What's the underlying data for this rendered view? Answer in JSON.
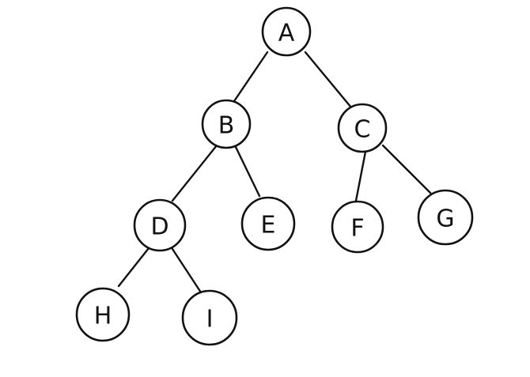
{
  "tree": {
    "nodes": [
      {
        "id": "A",
        "label": "A"
      },
      {
        "id": "B",
        "label": "B"
      },
      {
        "id": "C",
        "label": "C"
      },
      {
        "id": "D",
        "label": "D"
      },
      {
        "id": "E",
        "label": "E"
      },
      {
        "id": "F",
        "label": "F"
      },
      {
        "id": "G",
        "label": "G"
      },
      {
        "id": "H",
        "label": "H"
      },
      {
        "id": "I",
        "label": "I"
      }
    ],
    "edges": [
      {
        "from": "A",
        "to": "B"
      },
      {
        "from": "A",
        "to": "C"
      },
      {
        "from": "B",
        "to": "D"
      },
      {
        "from": "B",
        "to": "E"
      },
      {
        "from": "C",
        "to": "F"
      },
      {
        "from": "C",
        "to": "G"
      },
      {
        "from": "D",
        "to": "H"
      },
      {
        "from": "D",
        "to": "I"
      }
    ],
    "colors": {
      "ink": "#111111",
      "background": "#ffffff"
    }
  }
}
